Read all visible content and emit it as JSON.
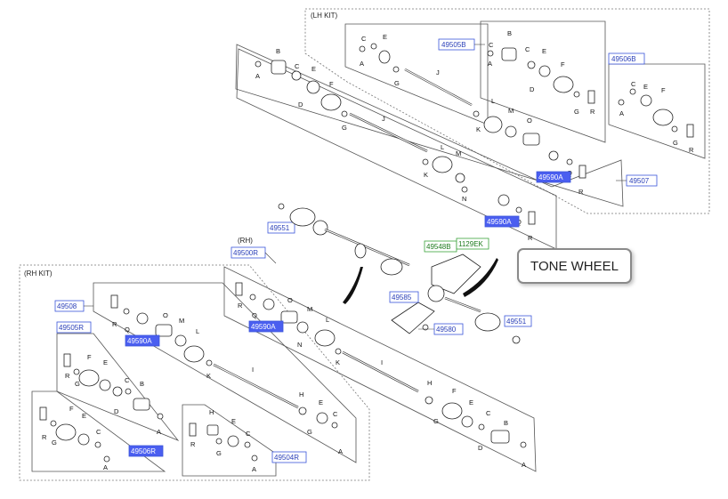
{
  "kits": {
    "lh": "(LH KIT)",
    "rh": "(RH KIT)",
    "rh_shaft": "(RH)"
  },
  "part_numbers": {
    "p49505B": "49505B",
    "p49506B": "49506B",
    "p49507": "49507",
    "p49590A_lh1": "49590A",
    "p49590A_lh2": "49590A",
    "p49551_top": "49551",
    "p49500R": "49500R",
    "p49548B": "49548B",
    "p1129EK": "1129EK",
    "p49585": "49585",
    "p49580": "49580",
    "p49551_bot": "49551",
    "p49508": "49508",
    "p49590A_rh1": "49590A",
    "p49590A_rh2": "49590A",
    "p49505R": "49505R",
    "p49506R": "49506R",
    "p49504R": "49504R"
  },
  "letters": {
    "A": "A",
    "B": "B",
    "C": "C",
    "D": "D",
    "E": "E",
    "F": "F",
    "G": "G",
    "H": "H",
    "I": "I",
    "J": "J",
    "K": "K",
    "L": "L",
    "M": "M",
    "N": "N",
    "O": "O",
    "Q": "Q",
    "R": "R"
  },
  "callout": {
    "label": "TONE WHEEL"
  },
  "colors": {
    "pn_border": "#3b56d9",
    "pn_highlight": "#4a5ef0",
    "green_border": "#3aa23a"
  }
}
